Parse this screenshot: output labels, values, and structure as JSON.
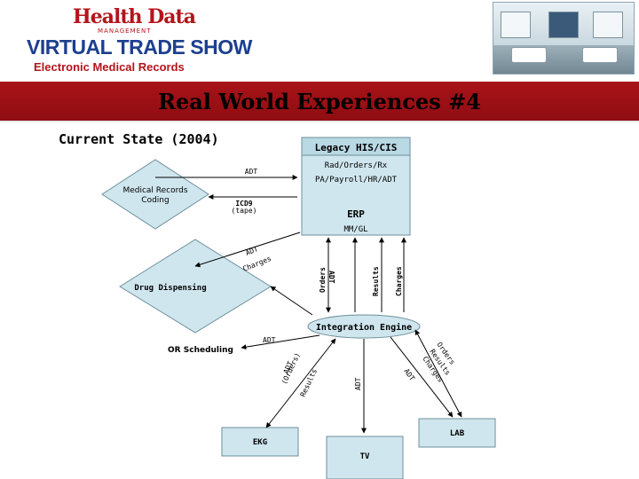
{
  "branding": {
    "logo_title": "Health Data",
    "logo_subtitle": "MANAGEMENT",
    "logo_show": "VIRTUAL TRADE SHOW",
    "logo_topic": "Electronic Medical Records"
  },
  "slide": {
    "title": "Real World Experiences #4",
    "section": "Current State (2004)"
  },
  "nodes": {
    "legacy": {
      "title": "Legacy HIS/CIS",
      "line1": "Rad/Orders/Rx",
      "line2": "PA/Payroll/HR/ADT"
    },
    "erp": {
      "title": "ERP",
      "line1": "MM/GL"
    },
    "medical_records": {
      "line1": "Medical Records",
      "line2": "Coding"
    },
    "drug_dispensing": {
      "label": "Drug Dispensing"
    },
    "integration_engine": {
      "label": "Integration Engine"
    },
    "or_scheduling": {
      "label": "OR Scheduling"
    },
    "ekg": {
      "label": "EKG"
    },
    "tv": {
      "label": "TV"
    },
    "lab": {
      "label": "LAB"
    }
  },
  "edge_labels": {
    "mr_adt": "ADT",
    "mr_icd9_1": "ICD9",
    "mr_icd9_2": "(tape)",
    "dd_adt": "ADT",
    "dd_charges": "Charges",
    "ie_orders": "Orders",
    "ie_adt": "ADT",
    "ie_results": "Results",
    "ie_charges": "Charges",
    "or_adt": "ADT",
    "ekg_adt": "ADT",
    "ekg_orders": "(Orders)",
    "ekg_results": "Results",
    "tv_adt": "ADT",
    "lab_adt": "ADT",
    "lab_orders": "Orders",
    "lab_results": "Results",
    "lab_charges": "Charges"
  },
  "colors": {
    "title_band": "#a81318",
    "node_fill": "#cfe6ee",
    "node_stroke": "#6d8f9b",
    "logo_red": "#b3141b",
    "logo_blue": "#1c3f8f"
  }
}
